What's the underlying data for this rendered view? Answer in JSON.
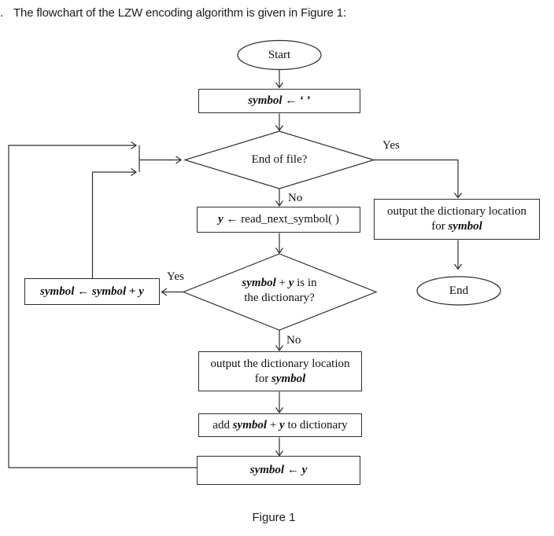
{
  "title": {
    "marker": ".",
    "text": "The flowchart of the LZW encoding algorithm is given in Figure 1:"
  },
  "caption": "Figure 1",
  "labels": {
    "yes_top": "Yes",
    "no_top": "No",
    "yes_left": "Yes",
    "no_bottom": "No"
  },
  "nodes": {
    "start": "Start",
    "end": "End",
    "init": {
      "p0": "symbol",
      "p1": " ← ‘ ’"
    },
    "eof": "End of file?",
    "read": {
      "p0": "y",
      "p1": " ← read_next_symbol( )"
    },
    "in_dict": {
      "l1a": "symbol",
      "l1b": " + ",
      "l1c": "y",
      "l1d": " is in",
      "l2": "the dictionary?"
    },
    "concat": {
      "p0": "symbol",
      "p1": " ← ",
      "p2": "symbol",
      "p3": " + ",
      "p4": "y"
    },
    "out_right": {
      "l1": "output the dictionary location",
      "l2a": "for ",
      "l2b": "symbol"
    },
    "out_bottom": {
      "l1": "output the dictionary location",
      "l2a": "for ",
      "l2b": "symbol"
    },
    "add": {
      "p0": "add ",
      "p1": "symbol",
      "p2": " + ",
      "p3": "y",
      "p4": " to dictionary"
    },
    "assign": {
      "p0": "symbol",
      "p1": " ← ",
      "p2": "y"
    }
  },
  "colors": {
    "stroke": "#2f2f2f",
    "text": "#111111",
    "bg": "#ffffff"
  }
}
